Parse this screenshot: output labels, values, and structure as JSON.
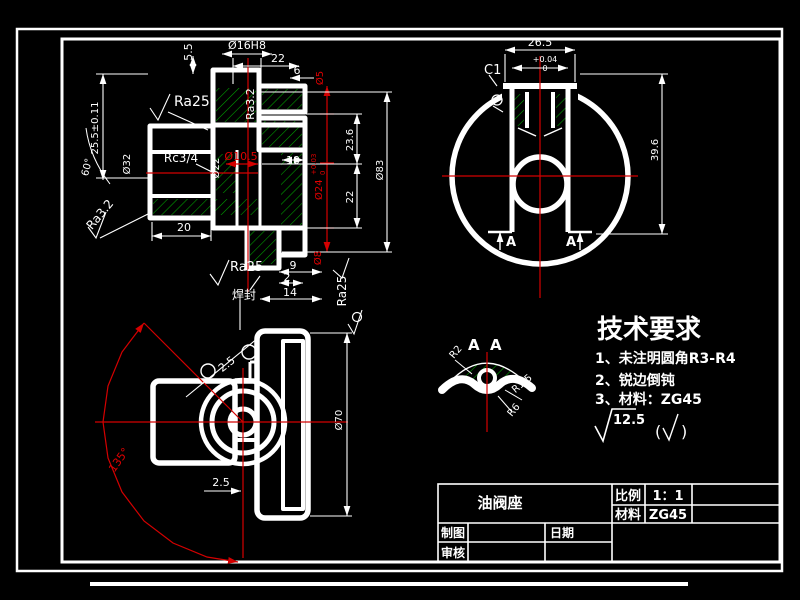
{
  "colors": {
    "background": "#000000",
    "outline_white": "#ffffff",
    "dimension_red": "#d40000",
    "hatch_green": "#00a800"
  },
  "front": {
    "d5_5": "5.5",
    "d16h8": "Ø16H8",
    "d22_top": "22",
    "d6": "6",
    "d5": "Ø5",
    "d25_5": "25.5±0.11",
    "ra25_top": "Ra25",
    "ra32_bore": "Ra3.2",
    "rc34": "Rc3/4",
    "d10_5": "Ø10.5",
    "d10": "10",
    "d22_bore": "Ø22",
    "d32": "Ø32",
    "a60": "60°",
    "ra32_left": "Ra3.2",
    "d20": "20",
    "ra25_bottom": "Ra25",
    "weld": "焊封",
    "d9": "9",
    "d2": "2",
    "d14": "14",
    "d8": "Ø8",
    "ra25_side": "Ra25",
    "d23_6": "23.6",
    "d22_right": "22",
    "d83": "Ø83",
    "d24": "Ø24",
    "d24_tol_up": "+0.03",
    "d24_tol_dn": "0"
  },
  "circle": {
    "c1": "C1",
    "d26_5": "26.5",
    "tol_up": "+0.04",
    "tol_dn": "0",
    "d39_6": "39.6",
    "sec": "A"
  },
  "side": {
    "d2_5_top": "2.5",
    "d2_5_bot": "2.5",
    "d70": "Ø70",
    "a135": "135°"
  },
  "detail": {
    "sec": "A",
    "r2": "R2",
    "r1_5": "R1.5",
    "r6": "R6"
  },
  "tech": {
    "title": "技术要求",
    "item1": "1、未注明圆角R3-R4",
    "item2": "2、锐边倒钝",
    "item3": "3、材料：ZG45",
    "finish": "12.5",
    "alt_open": "(",
    "alt_close": ")"
  },
  "titleblock": {
    "name": "油阀座",
    "scale_label": "比例",
    "scale_value": "1：1",
    "material_label": "材料",
    "material_value": "ZG45",
    "drawn": "制图",
    "date": "日期",
    "checked": "审核"
  }
}
